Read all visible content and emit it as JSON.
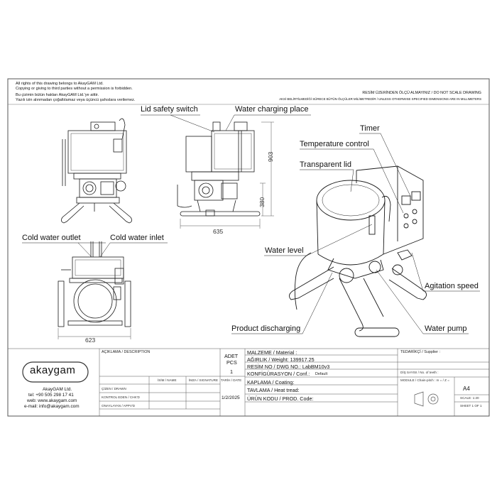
{
  "notice": {
    "line1": "All rights of this drawing belongs to AkayGAM Ltd.",
    "line2": "Copying or giving to third parties without a permission is forbidden.",
    "line3": "Bu çizimin bütün hakları AkayGAM Ltd.'ye aittir.",
    "line4": "Yazılı izin alınmadan çoğaltılamaz veya üçüncü şahıslara verilemez."
  },
  "scale_note": {
    "line1": "RESİM ÜZERİNDEN ÖLÇÜ ALMAYINIZ / DO NOT SCALE DRAWING",
    "line2": "AKSİ BELİRTİLMEDİĞİ SÜRECE BÜTÜN ÖLÇÜLER MİLİMETREDİR / UNLESS OTHERWISE SPECIFIED DIMENSIONS ARE IN MILLIMETERS"
  },
  "callouts": {
    "lid_safety_switch": "Lid safety switch",
    "water_charging_place": "Water charging place",
    "timer": "Timer",
    "temperature_control": "Temperature control",
    "transparent_lid": "Transparent lid",
    "cold_water_outlet": "Cold water outlet",
    "cold_water_inlet": "Cold water inlet",
    "water_level": "Water level",
    "agitation_speed": "Agitation speed",
    "product_discharging": "Product discharging",
    "water_pump": "Water pump"
  },
  "dimensions": {
    "height": "903",
    "mid_height": "380",
    "width_side": "635",
    "width_top": "623"
  },
  "title_block": {
    "company": {
      "logo_text": "akaygam",
      "name": "AkayGAM Ltd.",
      "tel": "tel: +90 505 298 17 41",
      "web": "web: www.akaygam.com",
      "email": "e-mail: info@akaygam.com"
    },
    "aciklama": "AÇIKLAMA / DESCRIPTION",
    "isim": "İSİM / NAME",
    "imza": "İMZA / SIGNATURE",
    "tarih": "TARİH / DATE",
    "cizen": "ÇİZEN / DRAWN",
    "kontrol": "KONTROL EDEN / CHK'D",
    "onaylayan": "ONAYLAYAN / APPV'D",
    "adet_label_1": "ADET",
    "adet_label_2": "PCS",
    "adet_value": "1",
    "date_value": "1/2/2025",
    "malzeme": "MALZEME / Material :",
    "agirlik": "AĞIRLIK / Weight: 139917.25",
    "resim_no": "RESİM NO / DWG NO.: LabBM10v3",
    "konfig_label": "KONFİGÜRASYON / Conf.:",
    "konfig_value": "Default",
    "kaplama": "KAPLAMA / Coating:",
    "tavlama": "TAVLAMA / Heat tread:",
    "urun_kodu": "ÜRÜN KODU / PROD. Code:",
    "tedarikci": "TEDARİKÇİ / Supplier :",
    "dis_sayisi": "DİŞ SAYISI / No. of teeth :",
    "module": "MODULE / Chain-pitch : m =   / Z =",
    "paper": "A4",
    "scale": "SCALE: 1:20",
    "sheet": "SHEET 1 OF 1"
  },
  "colors": {
    "line": "#1a1a1a",
    "frame": "#555555",
    "thin": "#888888"
  }
}
